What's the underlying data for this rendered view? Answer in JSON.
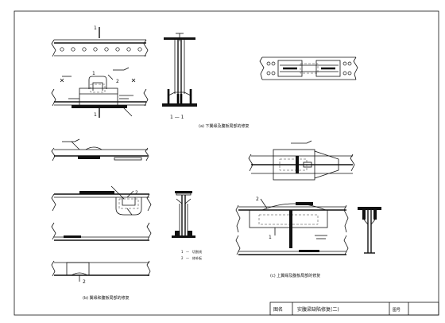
{
  "captions": {
    "a": "(a) 下翼缘及腹板局部的修复",
    "b": "(b) 翼缘和腹板局部的修复",
    "c": "(c) 上翼缘及腹板局部的修复"
  },
  "section_label": "1 — 1",
  "callouts": {
    "n1": "1",
    "n2": "2"
  },
  "legend": [
    {
      "num": "1",
      "dash": "—",
      "text": "切割线"
    },
    {
      "num": "2",
      "dash": "—",
      "text": "修补板"
    }
  ],
  "title_block": {
    "label": "图名",
    "title": "实腹梁缺陷修复(二)",
    "page_label": "图号"
  }
}
